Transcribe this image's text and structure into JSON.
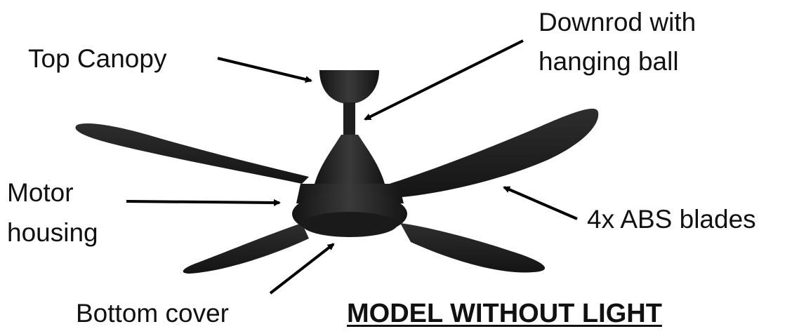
{
  "labels": {
    "top_canopy": "Top Canopy",
    "downrod_line1": "Downrod with",
    "downrod_line2": "hanging ball",
    "motor_line1": "Motor",
    "motor_line2": "housing",
    "blades": "4x ABS blades",
    "bottom_cover": "Bottom cover"
  },
  "title": "MODEL WITHOUT LIGHT",
  "colors": {
    "fan_body": "#1c1c1c",
    "fan_highlight": "#3a3a3a",
    "arrow": "#000000",
    "text": "#111111"
  }
}
